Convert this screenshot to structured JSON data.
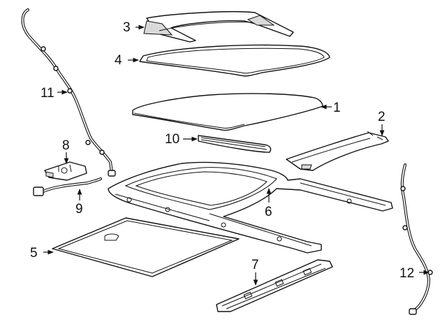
{
  "callouts": {
    "c1": "1",
    "c2": "2",
    "c3": "3",
    "c4": "4",
    "c5": "5",
    "c6": "6",
    "c7": "7",
    "c8": "8",
    "c9": "9",
    "c10": "10",
    "c11": "11",
    "c12": "12"
  },
  "colors": {
    "line": "#111111",
    "fill": "#ffffff",
    "shade": "#d9d9d9"
  }
}
